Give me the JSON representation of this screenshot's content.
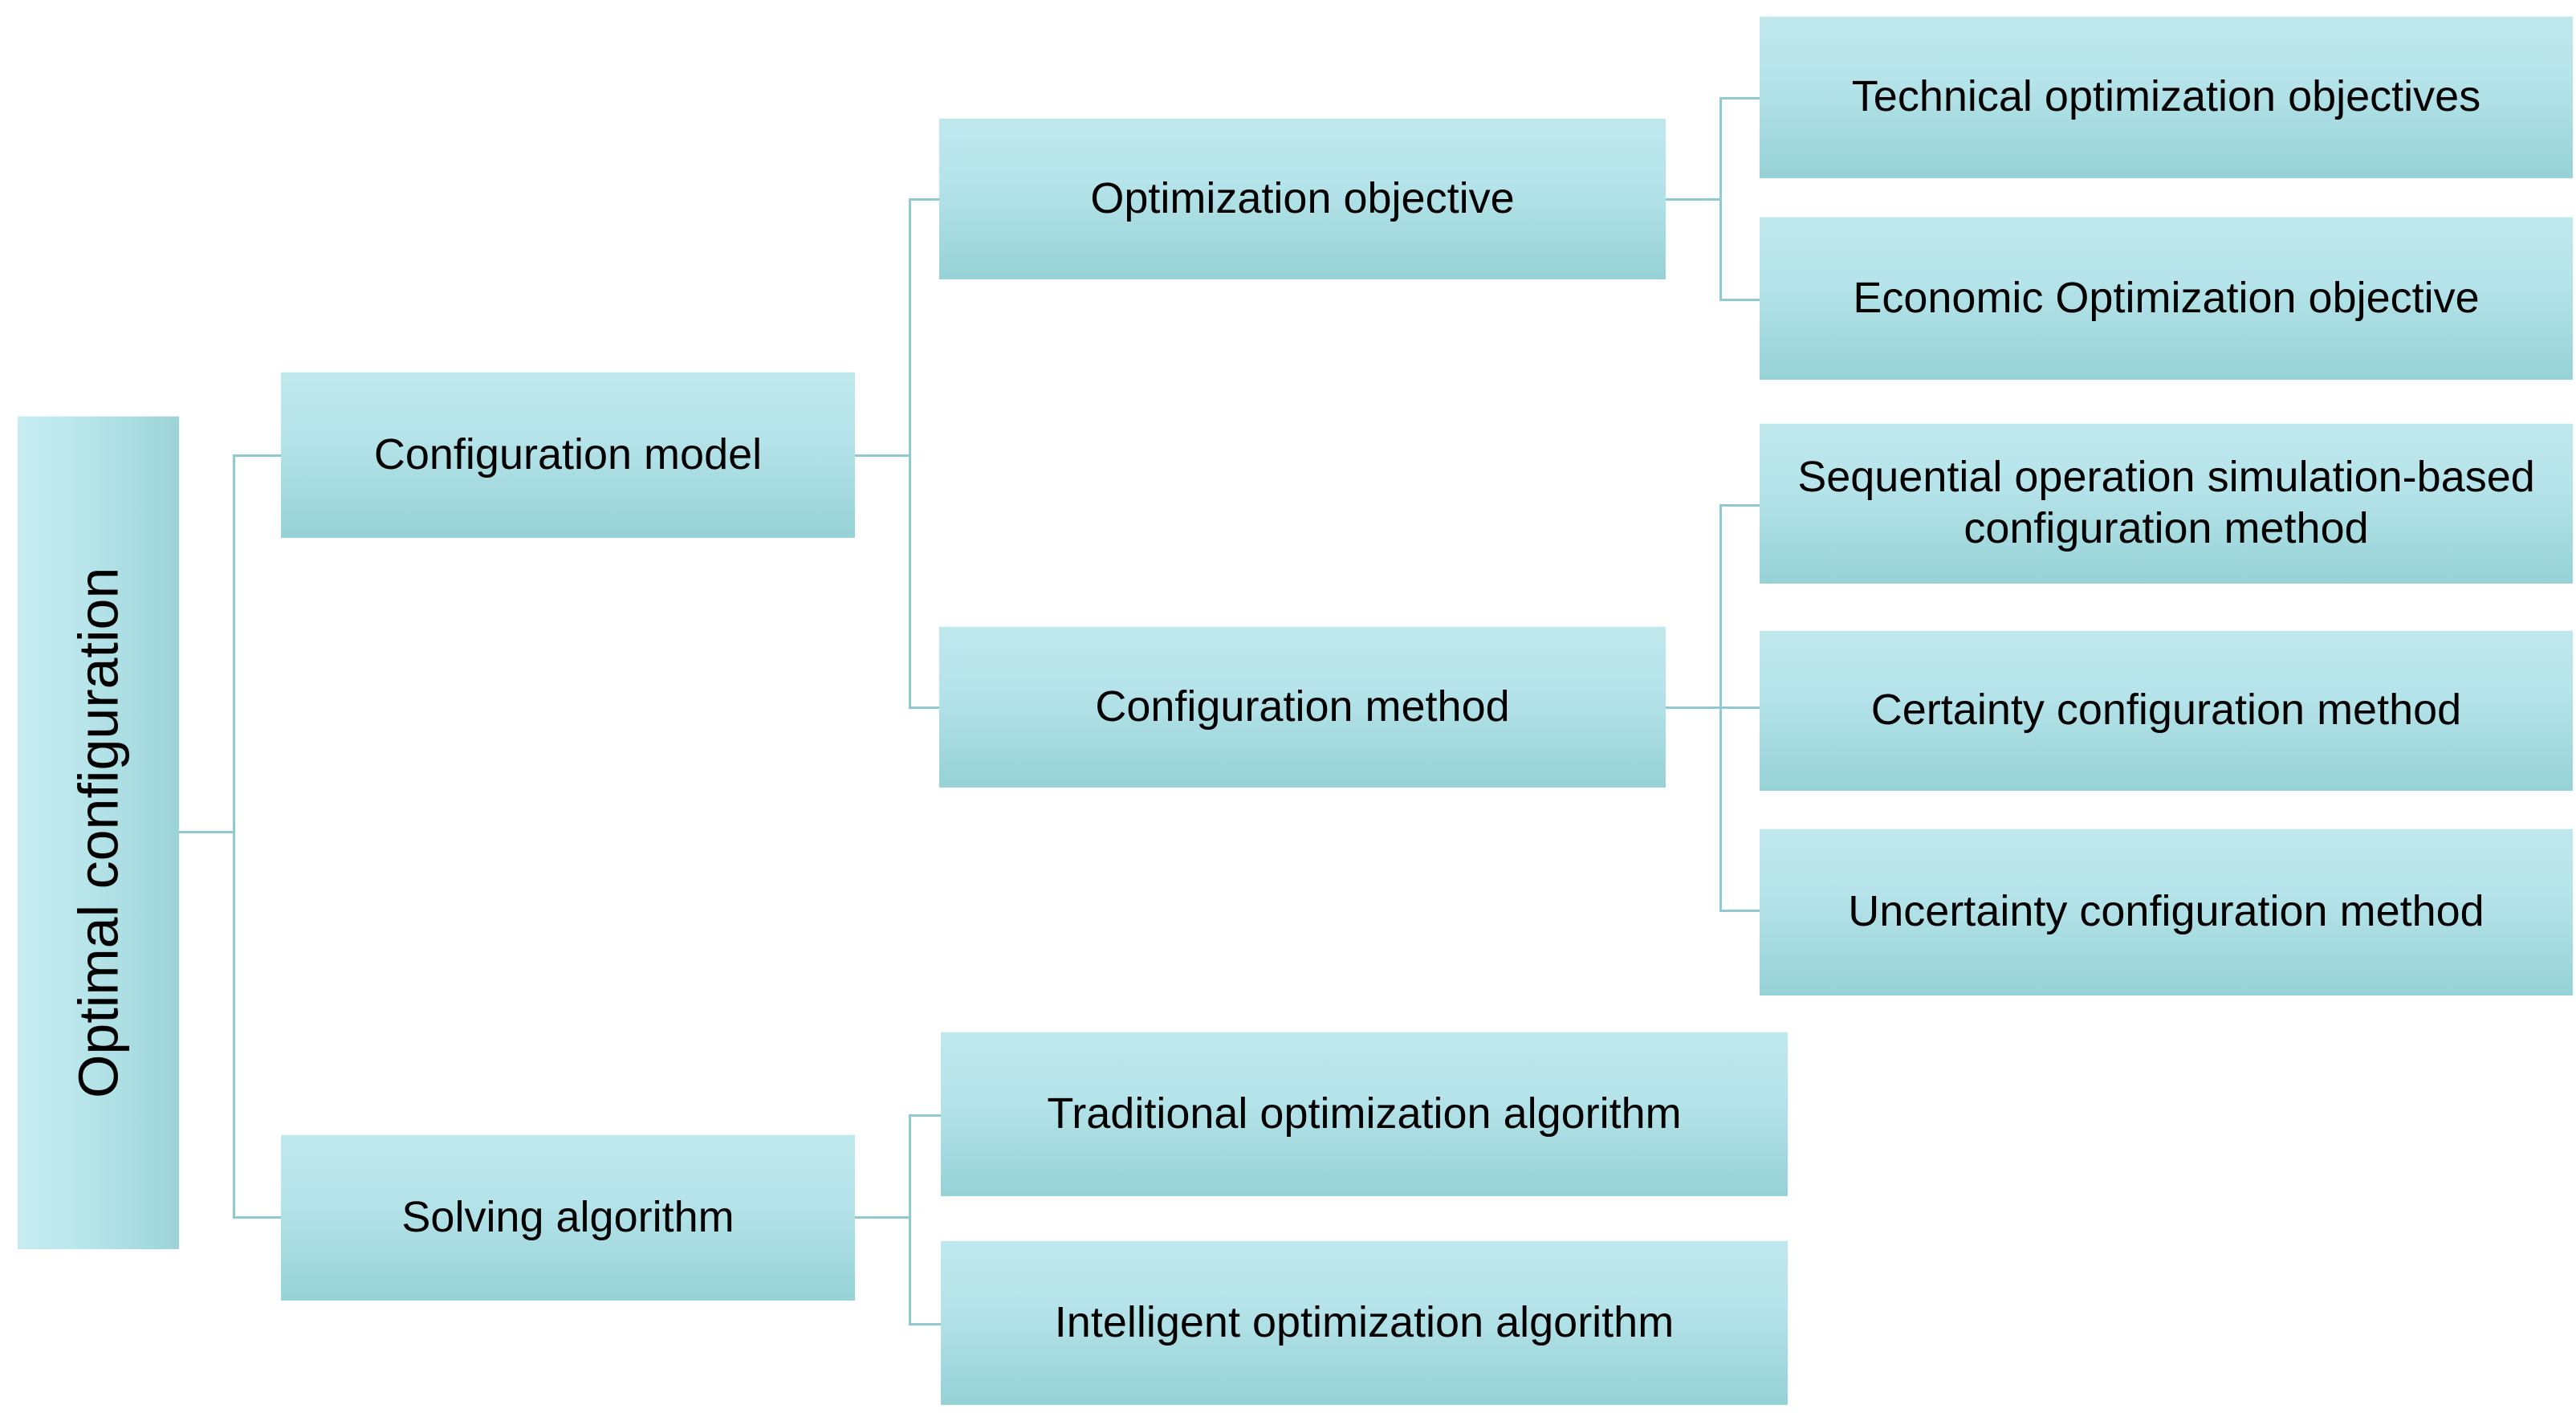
{
  "diagram": {
    "type": "tree",
    "title": "Optimal configuration",
    "orientation": "left-to-right",
    "colors": {
      "node_fill_light": "#bfe8ec",
      "node_fill_dark": "#96d2d6",
      "connector": "#8fc9d2",
      "text": "#000000",
      "background": "#ffffff"
    },
    "root": {
      "label": "Optimal configuration"
    },
    "level2": [
      {
        "label": "Configuration model"
      },
      {
        "label": "Solving algorithm"
      }
    ],
    "level3": [
      {
        "label": "Optimization objective"
      },
      {
        "label": "Configuration method"
      },
      {
        "label": "Traditional optimization algorithm"
      },
      {
        "label": "Intelligent optimization algorithm"
      }
    ],
    "level4": [
      {
        "label": "Technical optimization objectives"
      },
      {
        "label": "Economic Optimization objective"
      },
      {
        "label": "Sequential operation simulation-based configuration method"
      },
      {
        "label": "Certainty configuration method"
      },
      {
        "label": "Uncertainty configuration method"
      }
    ]
  }
}
